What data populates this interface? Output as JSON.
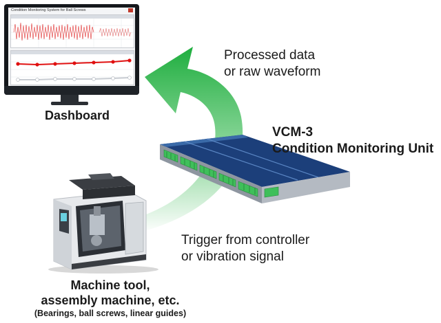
{
  "labels": {
    "processed_line1": "Processed data",
    "processed_line2": "or raw waveform",
    "dashboard": "Dashboard",
    "vcm_title": "VCM-3",
    "vcm_subtitle": "Condition Monitoring Unit",
    "trigger_line1": "Trigger from controller",
    "trigger_line2": "or vibration signal",
    "machine_line1": "Machine tool,",
    "machine_line2": "assembly machine, etc.",
    "machine_line3": "(Bearings, ball screws, linear guides)"
  },
  "dashboard_screen": {
    "window_title": "Condition Monitoring System for Ball Screws"
  },
  "colors": {
    "arrow_green": "#2fb64a",
    "vcm_blue": "#1c3f7a",
    "vcm_connector_green": "#3fbf5a",
    "chart_red": "#e01010"
  },
  "icons": {
    "monitor": "monitor-icon",
    "device": "vcm-device-icon",
    "machine": "machine-tool-icon"
  }
}
